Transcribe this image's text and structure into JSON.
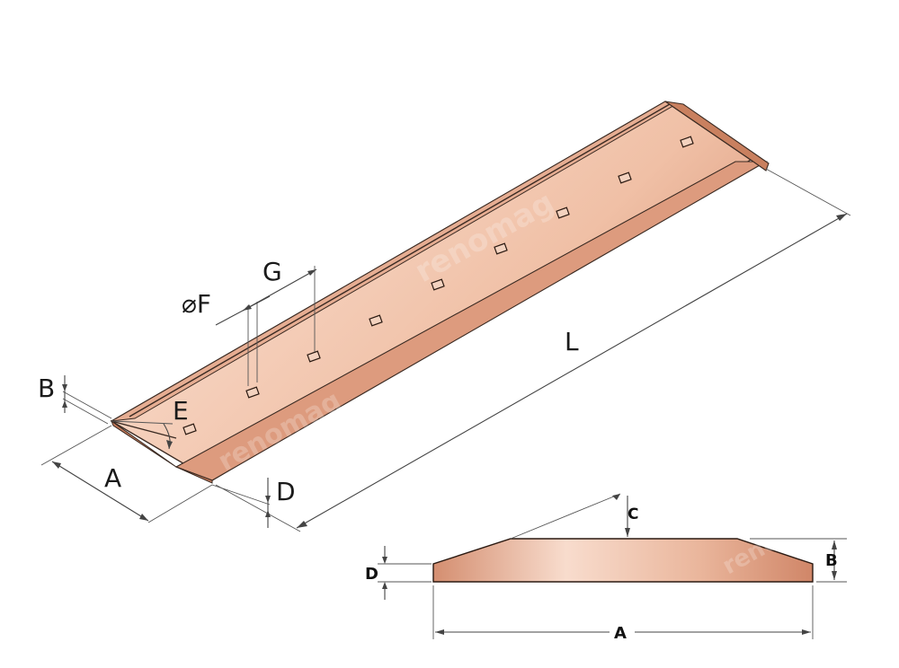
{
  "labels": {
    "A": "A",
    "B": "B",
    "D": "D",
    "E": "E",
    "F": "⌀F",
    "G": "G",
    "L": "L"
  },
  "section_labels": {
    "A": "A",
    "B": "B",
    "C": "C",
    "D": "D"
  },
  "watermark": "renomag",
  "colors": {
    "blade_face": "#f0c3a9",
    "blade_dark": "#d9987a",
    "blade_bevel": "#e7b196",
    "outline": "#3a2a22",
    "dimension": "#444444"
  }
}
